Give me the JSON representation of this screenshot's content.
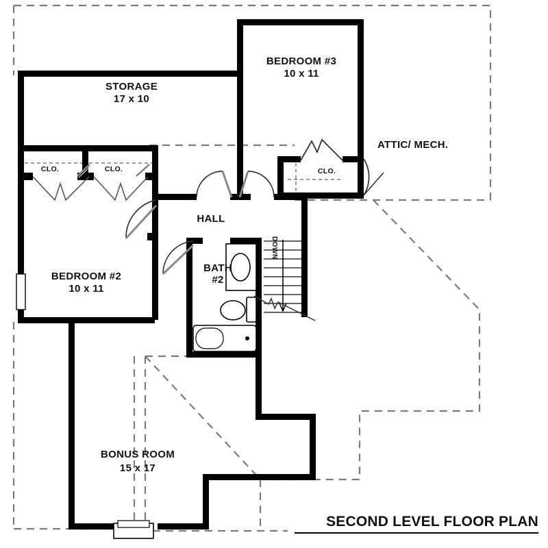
{
  "plan": {
    "title": "SECOND LEVEL FLOOR PLAN",
    "colors": {
      "wall": "#000000",
      "roof_dashed": "#7a7a7a",
      "fixture": "#000000",
      "background": "#ffffff",
      "text": "#111111"
    }
  },
  "rooms": [
    {
      "name": "STORAGE",
      "dimensions": "17 x 10"
    },
    {
      "name": "BEDROOM #3",
      "dimensions": "10 x 11"
    },
    {
      "name": "BEDROOM #2",
      "dimensions": "10 x 11"
    },
    {
      "name": "BONUS ROOM",
      "dimensions": "15 x 17"
    }
  ],
  "bath": {
    "name": "BATH",
    "number": "#2"
  },
  "hall": {
    "label": "HALL"
  },
  "attic": {
    "label": "ATTIC/ MECH."
  },
  "closets": [
    {
      "label": "CLO."
    },
    {
      "label": "CLO."
    },
    {
      "label": "CLO."
    }
  ],
  "stairs": {
    "label": "DOWN",
    "tread_count": 9
  }
}
